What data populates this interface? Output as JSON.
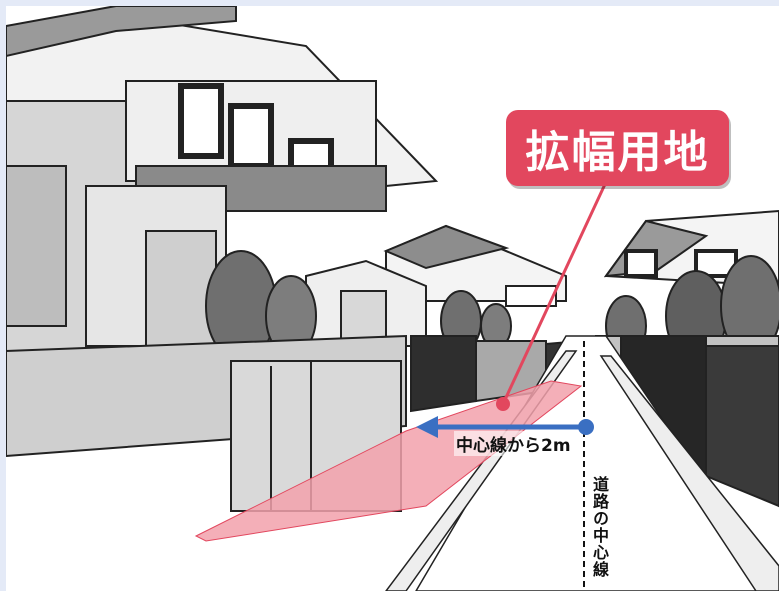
{
  "callout": {
    "label": "拡幅用地"
  },
  "measurement": {
    "label": "中心線から2m"
  },
  "centerline": {
    "label": "道路の中心線"
  },
  "colors": {
    "callout_bg": "#e2475e",
    "widening_area": "#f2a1ab",
    "arrow": "#3a6fc2",
    "frame": "#e4eaf7"
  }
}
